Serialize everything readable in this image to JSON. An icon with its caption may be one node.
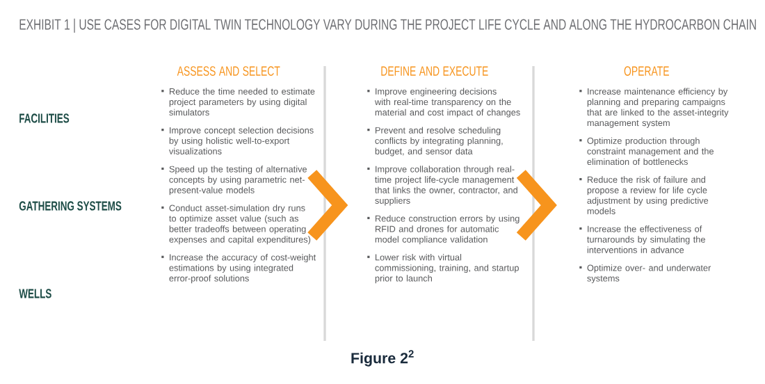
{
  "diagram": {
    "title": "EXHIBIT 1 | USE CASES FOR DIGITAL TWIN TECHNOLOGY VARY DURING THE PROJECT LIFE CYCLE AND ALONG THE HYDROCARBON CHAIN",
    "caption": "Figure 2$^{2}$",
    "nodes": [
      {
        "text": [
          "ASSESS AND SELECT",
          "Reduce the time needed to estimate project parameters by using digital simulators",
          "Improve concept selection decisions by using holistic well-to-export visualizations",
          "Speed up the testing of alternative concepts by using parametric net-present-value models",
          "Conduct asset-simulation dry runs to optimize asset value (such as better tradeoffs between operating expenses and capital expenditures)",
          "Increase the accuracy of cost-weight estimations by using integrated error-proof solutions"
        ]
      },
      {
        "text": [
          "DEFINE AND EXECUTE",
          "Improve engineering decisions with real-time transparency on the material and cost impact of changes",
          "Prevent and resolve scheduling conflicts by integrating planning, budget, and sensor data",
          "Improve collaboration through real-time project life-cycle management that links the owner, contractor, and suppliers",
          "Reduce construction errors by using RFID and drones for automatic model compliance validation",
          "Lower risk with virtual commissioning, training, and startup prior to launch"
        ]
      },
      {
        "text": [
          "OPERATE",
          "Increase maintenance efficiency by planning and preparing campaigns that are linked to the asset-integrity management system",
          "Optimize production through constraint management and the elimination of bottlenecks",
          "Reduce the risk of failure and propose a review for life cycle adjustment by using predictive models",
          "Increase the effectiveness of turnarounds by simulating the interventions in advance",
          "Optimize over- and underwater systems"
        ]
      }
    ],
    "edges": [
      {
        "from": 0,
        "to": 1,
        "arrow": "to"
      },
      {
        "from": 1,
        "to": 2,
        "arrow": "to"
      }
    ],
    "labels": [
      "FACILITIES",
      "GATHERING SYSTEMS",
      "WELLS"
    ]
  }
}
